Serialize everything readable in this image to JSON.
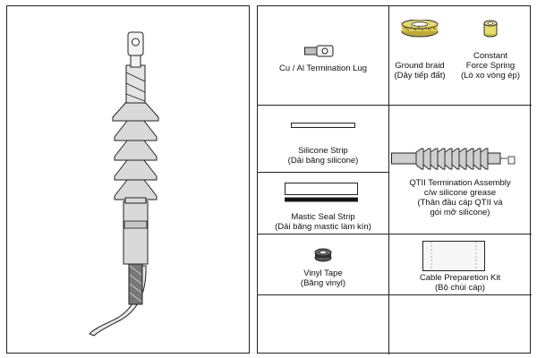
{
  "components": {
    "lug": {
      "name": "Cu / Al Termination Lug"
    },
    "ground_braid": {
      "name": "Ground braid",
      "vi": "(Dây tiếp đất)"
    },
    "spring": {
      "name_line1": "Constant",
      "name_line2": "Force Spring",
      "vi": "(Lò xo vòng ép)"
    },
    "silicone_strip": {
      "name": "Silicone Strip",
      "vi": "(Dải băng silicone)"
    },
    "qtii": {
      "line1": "QTII Termination Assembly",
      "line2": "c/w silicone grease",
      "vi_line1": "(Thân đầu cáp QTII và",
      "vi_line2": "gói mỡ silicone)"
    },
    "mastic": {
      "name": "Mastic Seal Strip",
      "vi": "(Dải băng mastic làm kín)"
    },
    "vinyl": {
      "name": "Vinyl Tape",
      "vi": "(Băng vinyl)"
    },
    "kit": {
      "name": "Cable Preparetion Kit",
      "vi": "(Bộ chùi cáp)"
    }
  },
  "colors": {
    "rubber": "#d9d9d9",
    "braid": "#d8c95a",
    "spring": "#e6dd6a",
    "outline": "#222222"
  }
}
